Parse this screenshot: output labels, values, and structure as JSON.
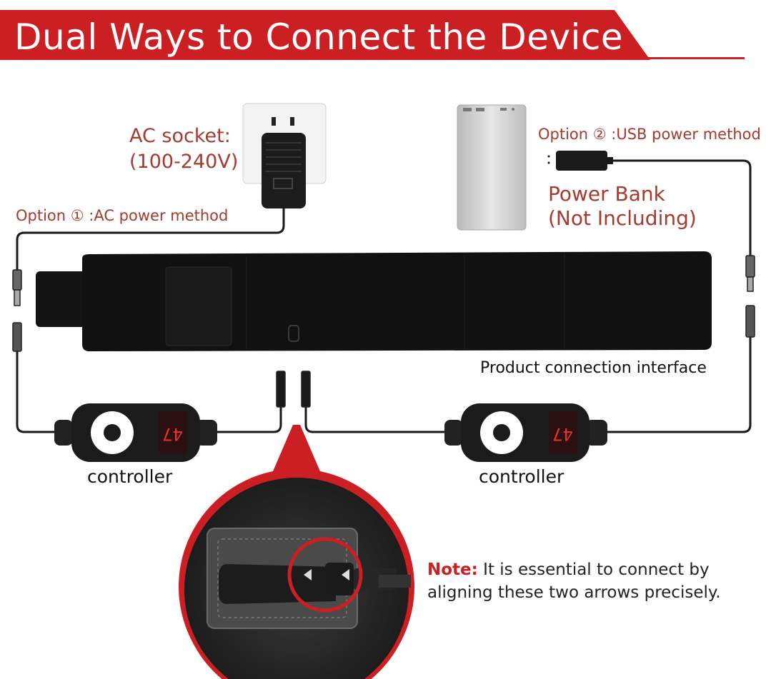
{
  "header": {
    "title": "Dual Ways to Connect the Device"
  },
  "labels": {
    "ac_socket_line1": "AC socket:",
    "ac_socket_line2": "(100-240V)",
    "option1": "Option ① :AC power method",
    "option2": "Option ② :USB power method",
    "power_bank_line1": "Power Bank",
    "power_bank_line2": "(Not Including)",
    "interface": "Product connection interface",
    "controller_left": "controller",
    "controller_right": "controller",
    "note_key": "Note:",
    "note_line1": " It is essential to connect by",
    "note_line2": "aligning these two arrows precisely."
  },
  "controller_display": {
    "left": "47",
    "right": "47"
  },
  "colors": {
    "accent": "#cc1f24",
    "label_red": "#a63a2e"
  }
}
